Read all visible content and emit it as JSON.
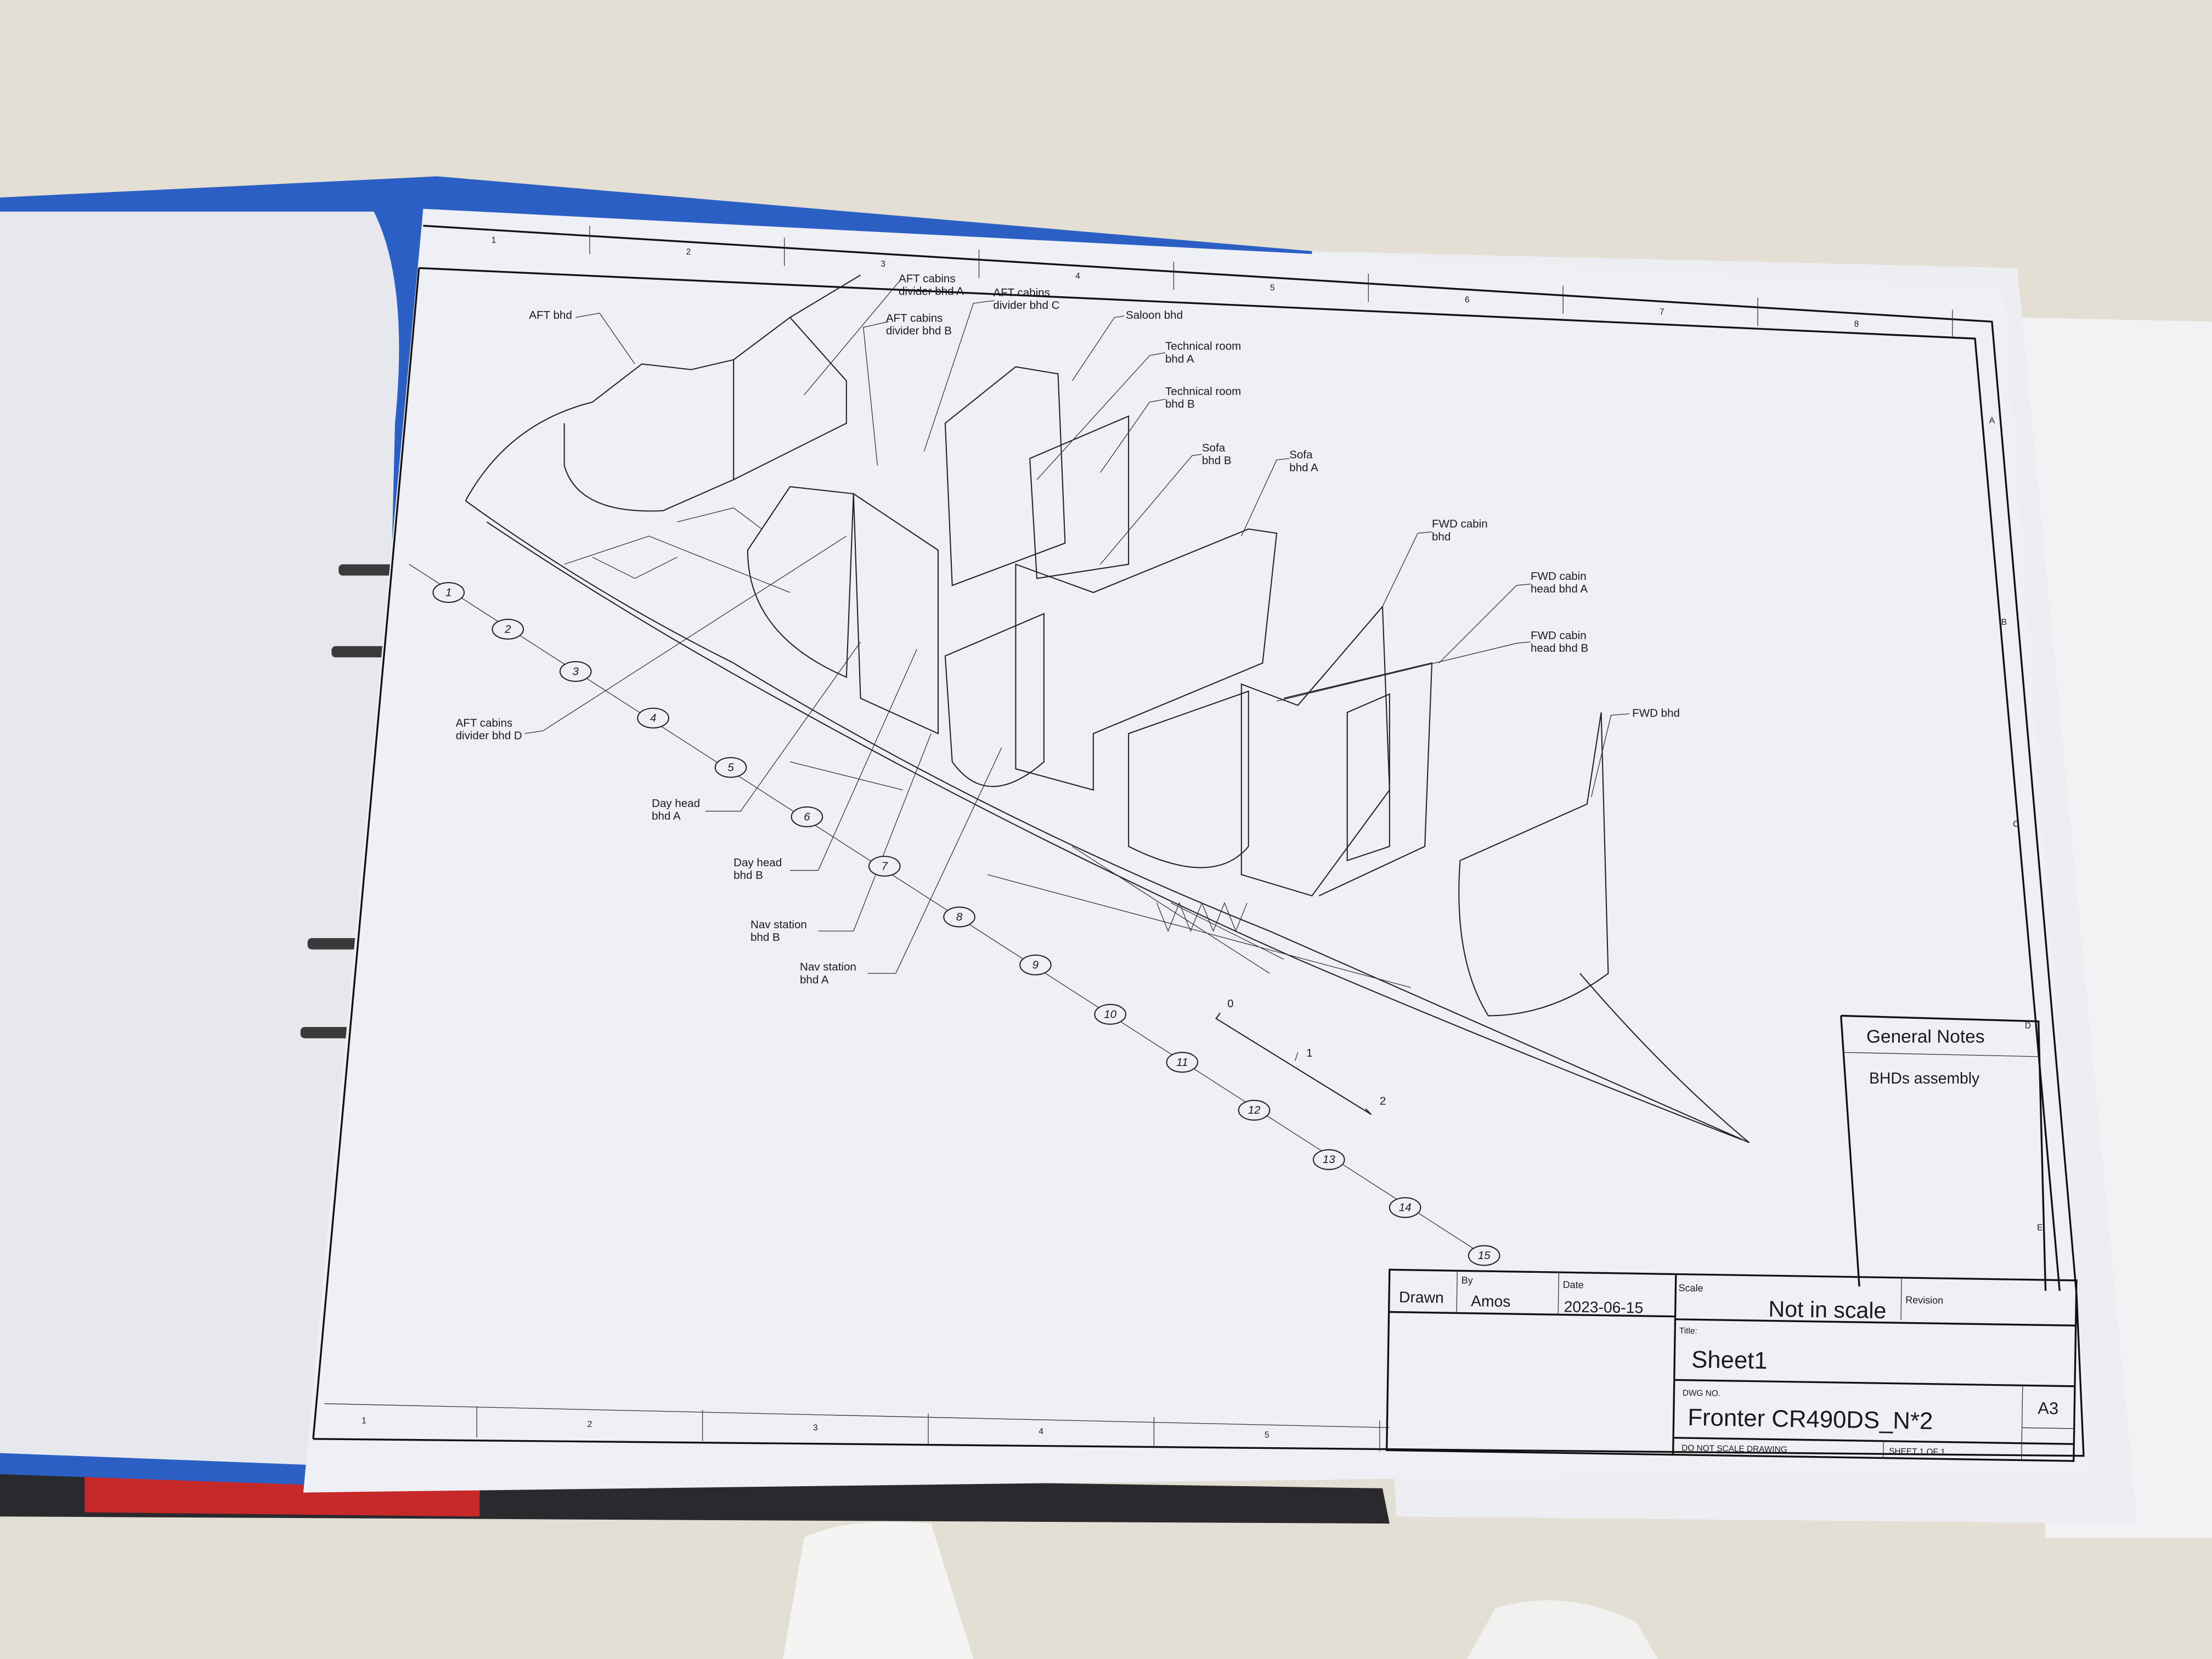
{
  "drawing": {
    "labels": [
      {
        "id": "aft-bhd",
        "lines": [
          "AFT bhd"
        ]
      },
      {
        "id": "aft-cabins-divider-bhd-a",
        "lines": [
          "AFT cabins",
          "divider bhd A"
        ]
      },
      {
        "id": "aft-cabins-divider-bhd-b",
        "lines": [
          "AFT cabins",
          "divider bhd B"
        ]
      },
      {
        "id": "aft-cabins-divider-bhd-c",
        "lines": [
          "AFT cabins",
          "divider bhd C"
        ]
      },
      {
        "id": "saloon-bhd",
        "lines": [
          "Saloon bhd"
        ]
      },
      {
        "id": "technical-room-bhd-a",
        "lines": [
          "Technical room",
          "bhd A"
        ]
      },
      {
        "id": "technical-room-bhd-b",
        "lines": [
          "Technical room",
          "bhd B"
        ]
      },
      {
        "id": "sofa-bhd-b",
        "lines": [
          "Sofa",
          "bhd B"
        ]
      },
      {
        "id": "sofa-bhd-a",
        "lines": [
          "Sofa",
          "bhd A"
        ]
      },
      {
        "id": "fwd-cabin-bhd",
        "lines": [
          "FWD cabin",
          "bhd"
        ]
      },
      {
        "id": "fwd-cabin-head-bhd-a",
        "lines": [
          "FWD cabin",
          "head bhd A"
        ]
      },
      {
        "id": "fwd-cabin-head-bhd-b",
        "lines": [
          "FWD cabin",
          "head bhd B"
        ]
      },
      {
        "id": "fwd-bhd",
        "lines": [
          "FWD bhd"
        ]
      },
      {
        "id": "aft-cabins-divider-bhd-d",
        "lines": [
          "AFT cabins",
          "divider bhd D"
        ]
      },
      {
        "id": "day-head-bhd-a",
        "lines": [
          "Day head",
          "bhd A"
        ]
      },
      {
        "id": "day-head-bhd-b",
        "lines": [
          "Day head",
          "bhd B"
        ]
      },
      {
        "id": "nav-station-bhd-b",
        "lines": [
          "Nav station",
          "bhd B"
        ]
      },
      {
        "id": "nav-station-bhd-a",
        "lines": [
          "Nav station",
          "bhd A"
        ]
      }
    ],
    "stations": [
      "1",
      "2",
      "3",
      "4",
      "5",
      "6",
      "7",
      "8",
      "9",
      "10",
      "11",
      "12",
      "13",
      "14",
      "15"
    ],
    "scale_bar": [
      "0",
      "1",
      "2"
    ]
  },
  "border": {
    "top_columns": [
      "1",
      "2",
      "3",
      "4",
      "5",
      "6",
      "7",
      "8"
    ],
    "bottom_columns": [
      "1",
      "2",
      "3",
      "4",
      "5"
    ],
    "rows": [
      "A",
      "B",
      "C",
      "D",
      "E"
    ]
  },
  "general_notes": {
    "heading": "General Notes",
    "text": "BHDs assembly"
  },
  "title_block": {
    "drawn_label": "Drawn",
    "by_label": "By",
    "by_value": "Amos",
    "date_label": "Date",
    "date_value": "2023-06-15",
    "scale_label": "Scale",
    "scale_value": "Not in scale",
    "revision_label": "Revision",
    "title_label": "Title:",
    "title_value": "Sheet1",
    "dwg_label": "DWG NO.",
    "dwg_value": "Fronter CR490DS_N*2",
    "size_value": "A3",
    "do_not_scale": "DO NOT SCALE DRAWING",
    "sheet": "SHEET 1 OF 1"
  }
}
